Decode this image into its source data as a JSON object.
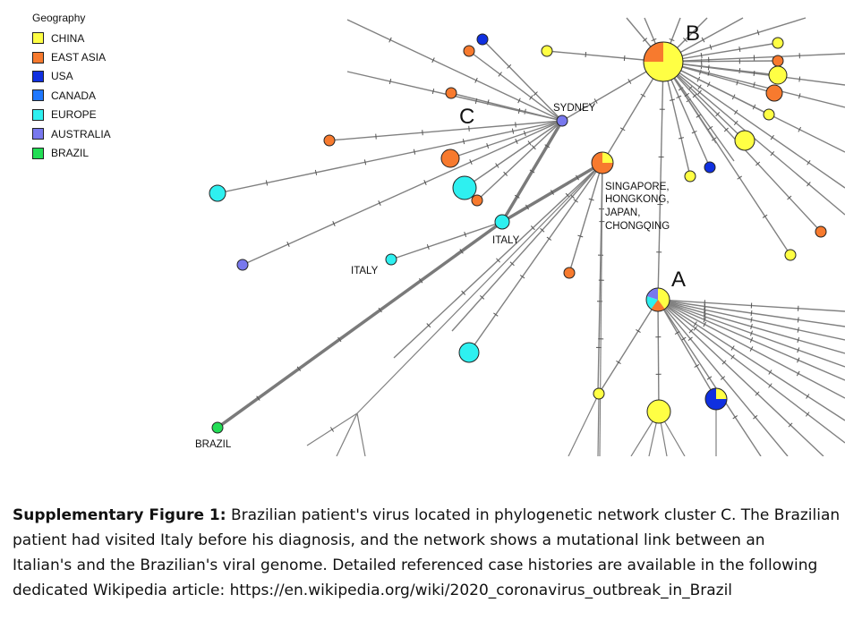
{
  "legend": {
    "title": "Geography",
    "items": [
      {
        "label": "CHINA",
        "color": "#ffff44"
      },
      {
        "label": "EAST ASIA",
        "color": "#f77a2e"
      },
      {
        "label": "USA",
        "color": "#1030e0"
      },
      {
        "label": "CANADA",
        "color": "#1f78ff"
      },
      {
        "label": "EUROPE",
        "color": "#2ef0f0"
      },
      {
        "label": "AUSTRALIA",
        "color": "#7878ee"
      },
      {
        "label": "BRAZIL",
        "color": "#22dd55"
      }
    ]
  },
  "network": {
    "cluster_labels": {
      "a": "A",
      "b": "B",
      "c": "C"
    },
    "node_labels": {
      "sydney": "SYDNEY",
      "singapore_1": "SINGAPORE,",
      "singapore_2": "HONGKONG,",
      "singapore_3": "JAPAN,",
      "singapore_4": "CHONGQING",
      "italy_hub": "ITALY",
      "italy_leaf": "ITALY",
      "brazil": "BRAZIL"
    }
  },
  "caption": {
    "bold": "Supplementary Figure 1:",
    "line1": " Brazilian patient's virus located in phylogenetic network cluster C. The Brazilian",
    "line2": "patient had visited Italy before his diagnosis, and the network shows a mutational link between an",
    "line3": "Italian's and the Brazilian's viral genome. Detailed referenced case histories are available in the following",
    "line4": "dedicated Wikipedia article:  https://en.wikipedia.org/wiki/2020_coronavirus_outbreak_in_Brazil"
  }
}
